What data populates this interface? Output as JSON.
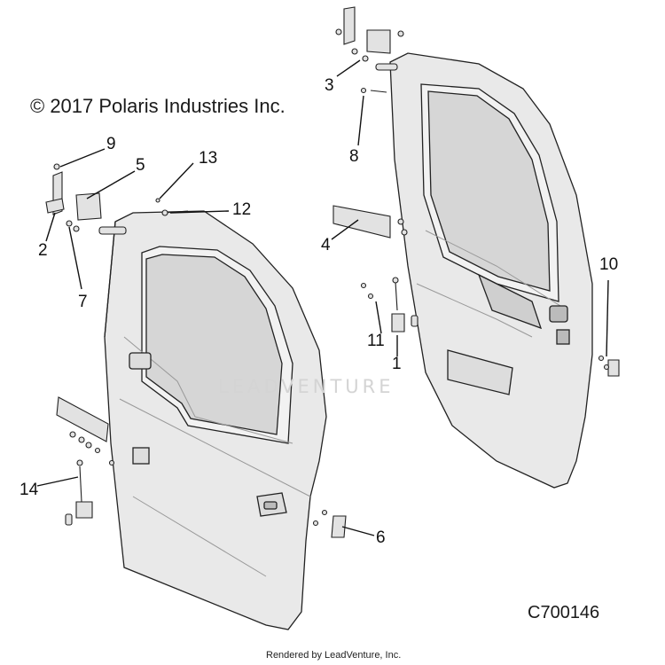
{
  "copyright": "© 2017 Polaris Industries Inc.",
  "diagram_code": "C700146",
  "footer": "Rendered by LeadVenture, Inc.",
  "watermark": "LEADVENTURE",
  "callouts": {
    "c1": "1",
    "c2": "2",
    "c3": "3",
    "c4": "4",
    "c5": "5",
    "c6": "6",
    "c7": "7",
    "c8": "8",
    "c9": "9",
    "c10": "10",
    "c11": "11",
    "c12": "12",
    "c13": "13",
    "c14": "14"
  },
  "colors": {
    "door_fill": "#e9e9e9",
    "window_fill": "#d6d6d6",
    "line": "#222222",
    "watermark": "#d4d4d4"
  }
}
